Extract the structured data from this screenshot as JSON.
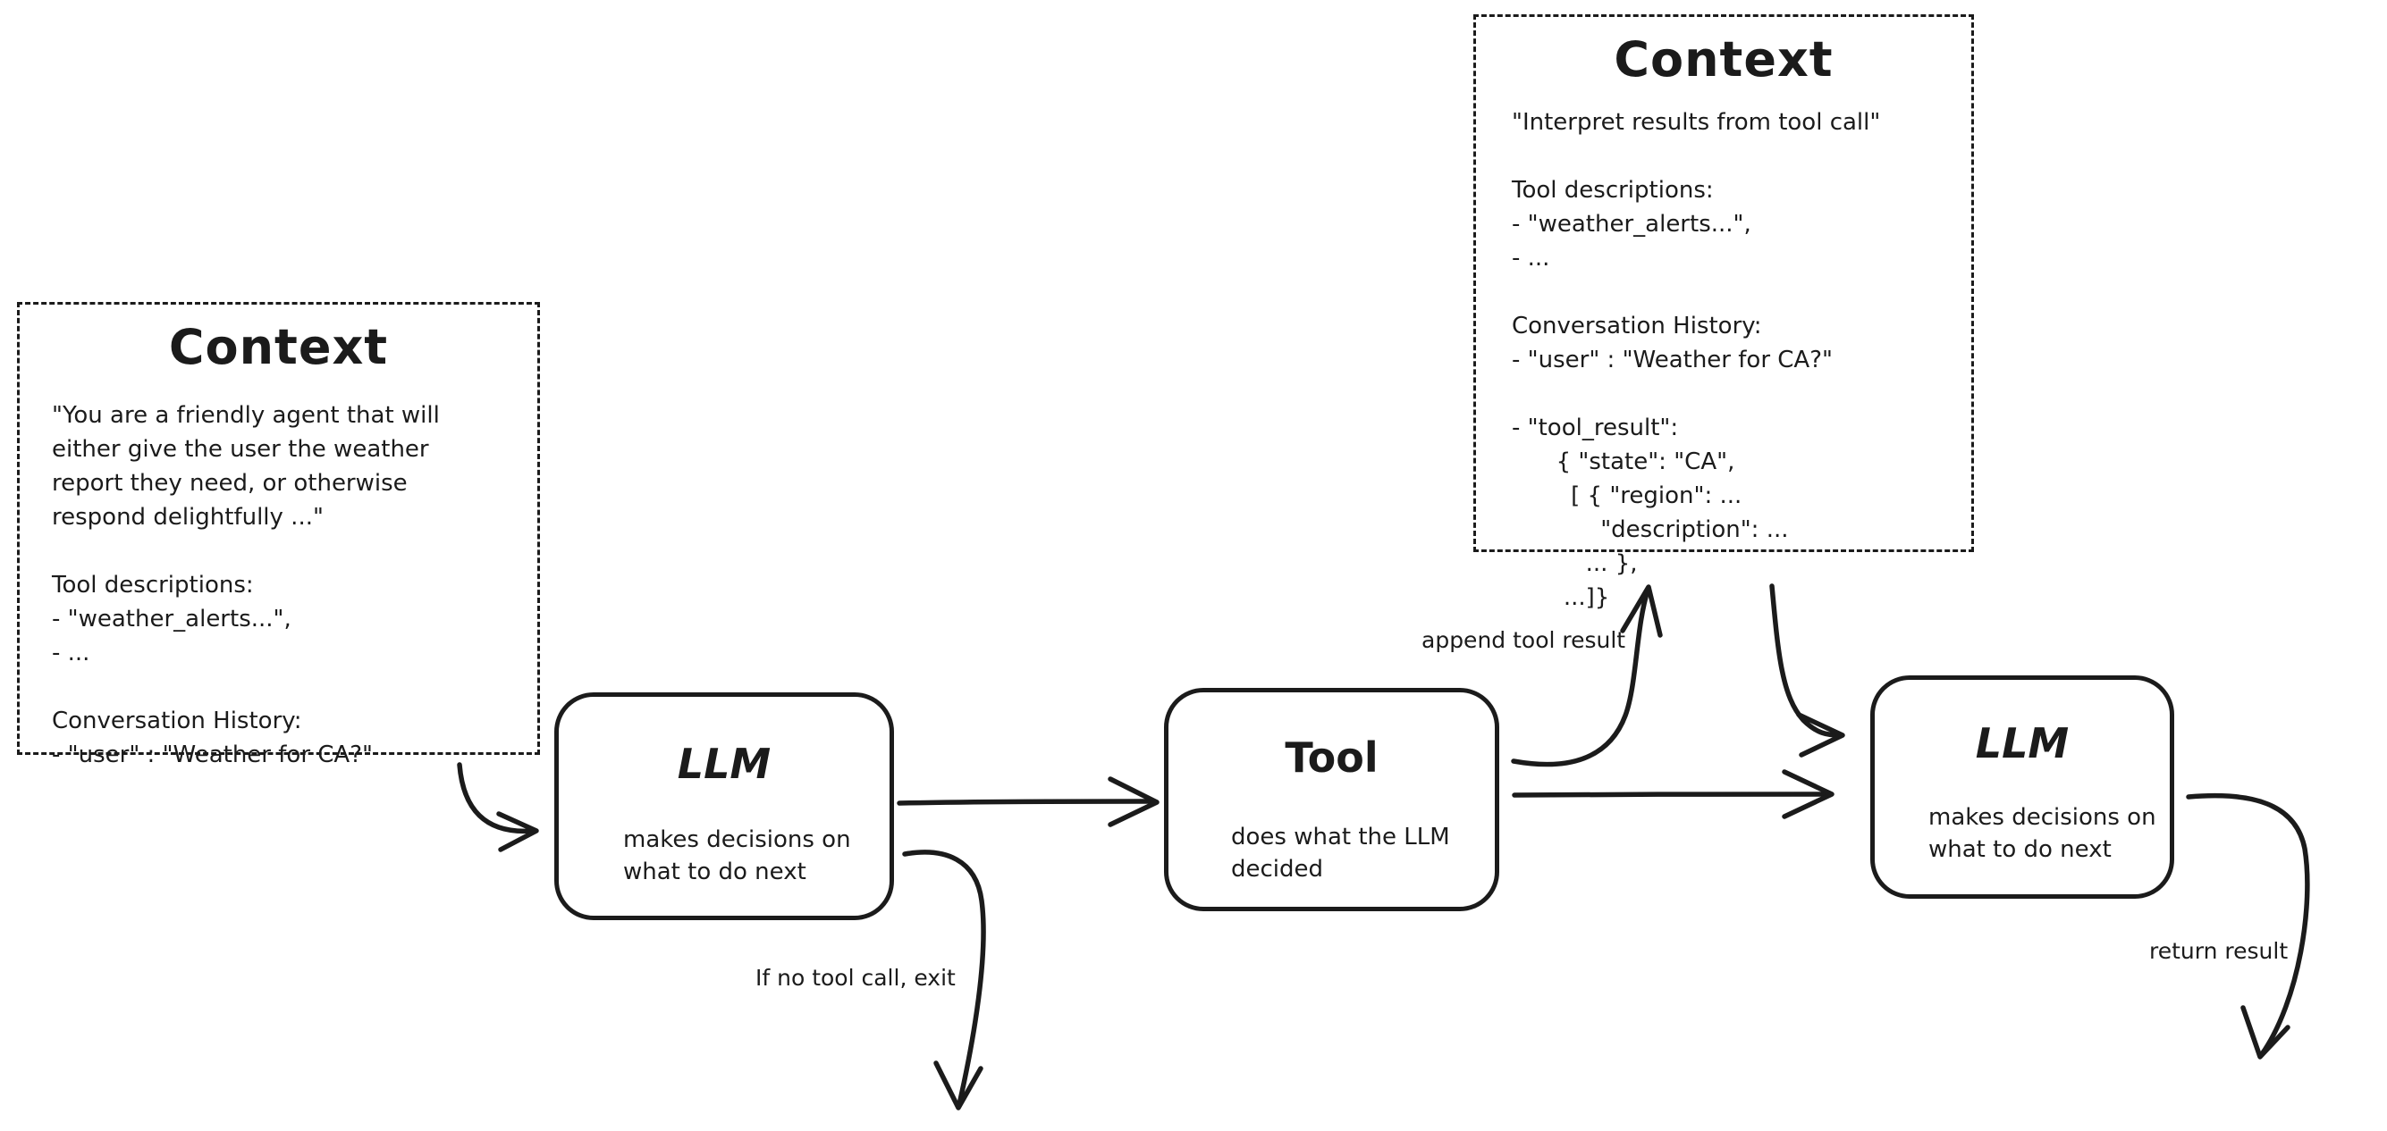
{
  "canvas": {
    "background": "#ffffff",
    "ink_color": "#1b1b1b"
  },
  "context_left": {
    "title": "Context",
    "body": "\"You are a friendly agent that will\neither give the user the weather\nreport they need, or otherwise\nrespond delightfully ...\"\n\nTool descriptions:\n- \"weather_alerts...\",\n- ...\n\nConversation History:\n- \"user\" : \"Weather for CA?\""
  },
  "context_top": {
    "title": "Context",
    "body": "\"Interpret results from tool call\"\n\nTool descriptions:\n- \"weather_alerts...\",\n- ...\n\nConversation History:\n- \"user\" : \"Weather for CA?\"\n\n- \"tool_result\":\n      { \"state\": \"CA\",\n        [ { \"region\": ...\n            \"description\": ...\n          ... },\n       ...]}"
  },
  "llm1": {
    "title": "LLM",
    "subtitle": "makes decisions on\nwhat to do next"
  },
  "tool": {
    "title": "Tool",
    "subtitle": "does what the LLM\ndecided"
  },
  "llm2": {
    "title": "LLM",
    "subtitle": "makes decisions on\nwhat to do next"
  },
  "labels": {
    "append_tool_result": "append tool result",
    "if_no_tool_call_exit": "If no tool call, exit",
    "return_result": "return result"
  },
  "arrows": [
    {
      "name": "context-left-to-llm1"
    },
    {
      "name": "llm1-to-tool"
    },
    {
      "name": "tool-to-llm2"
    },
    {
      "name": "tool-to-context-top",
      "label": "append tool result"
    },
    {
      "name": "context-top-to-llm2"
    },
    {
      "name": "llm1-exit-down",
      "label": "If no tool call, exit"
    },
    {
      "name": "llm2-return-down",
      "label": "return result"
    }
  ]
}
